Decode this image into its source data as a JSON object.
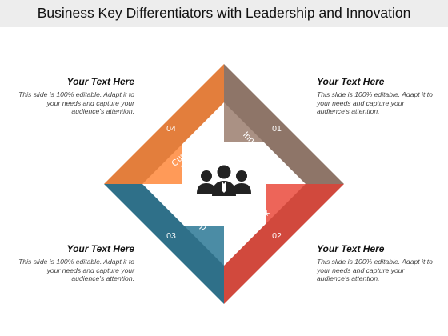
{
  "slide": {
    "title": "Business Key Differentiators with Leadership and Innovation"
  },
  "text_blocks": [
    {
      "heading": "Your Text Here",
      "body": "This slide is 100% editable. Adapt it to your needs and capture your audience's attention."
    },
    {
      "heading": "Your Text Here",
      "body": "This slide is 100% editable. Adapt it to your needs and capture your audience's attention."
    },
    {
      "heading": "Your Text Here",
      "body": "This slide is 100% editable. Adapt it to your needs and capture your audience's attention."
    },
    {
      "heading": "Your Text Here",
      "body": "This slide is 100% editable. Adapt it to your needs and capture your audience's attention."
    }
  ],
  "segments": [
    {
      "number": "01",
      "label": "Innovation",
      "color": "#8e7568"
    },
    {
      "number": "02",
      "label": "Giving\nBack",
      "color": "#d1493d"
    },
    {
      "number": "03",
      "label": "Leadership",
      "color": "#2f7089"
    },
    {
      "number": "04",
      "label": "Customer\nSuccess",
      "color": "#e37e3c"
    }
  ],
  "center": {
    "icon": "people-group-icon",
    "color": "#222222"
  }
}
